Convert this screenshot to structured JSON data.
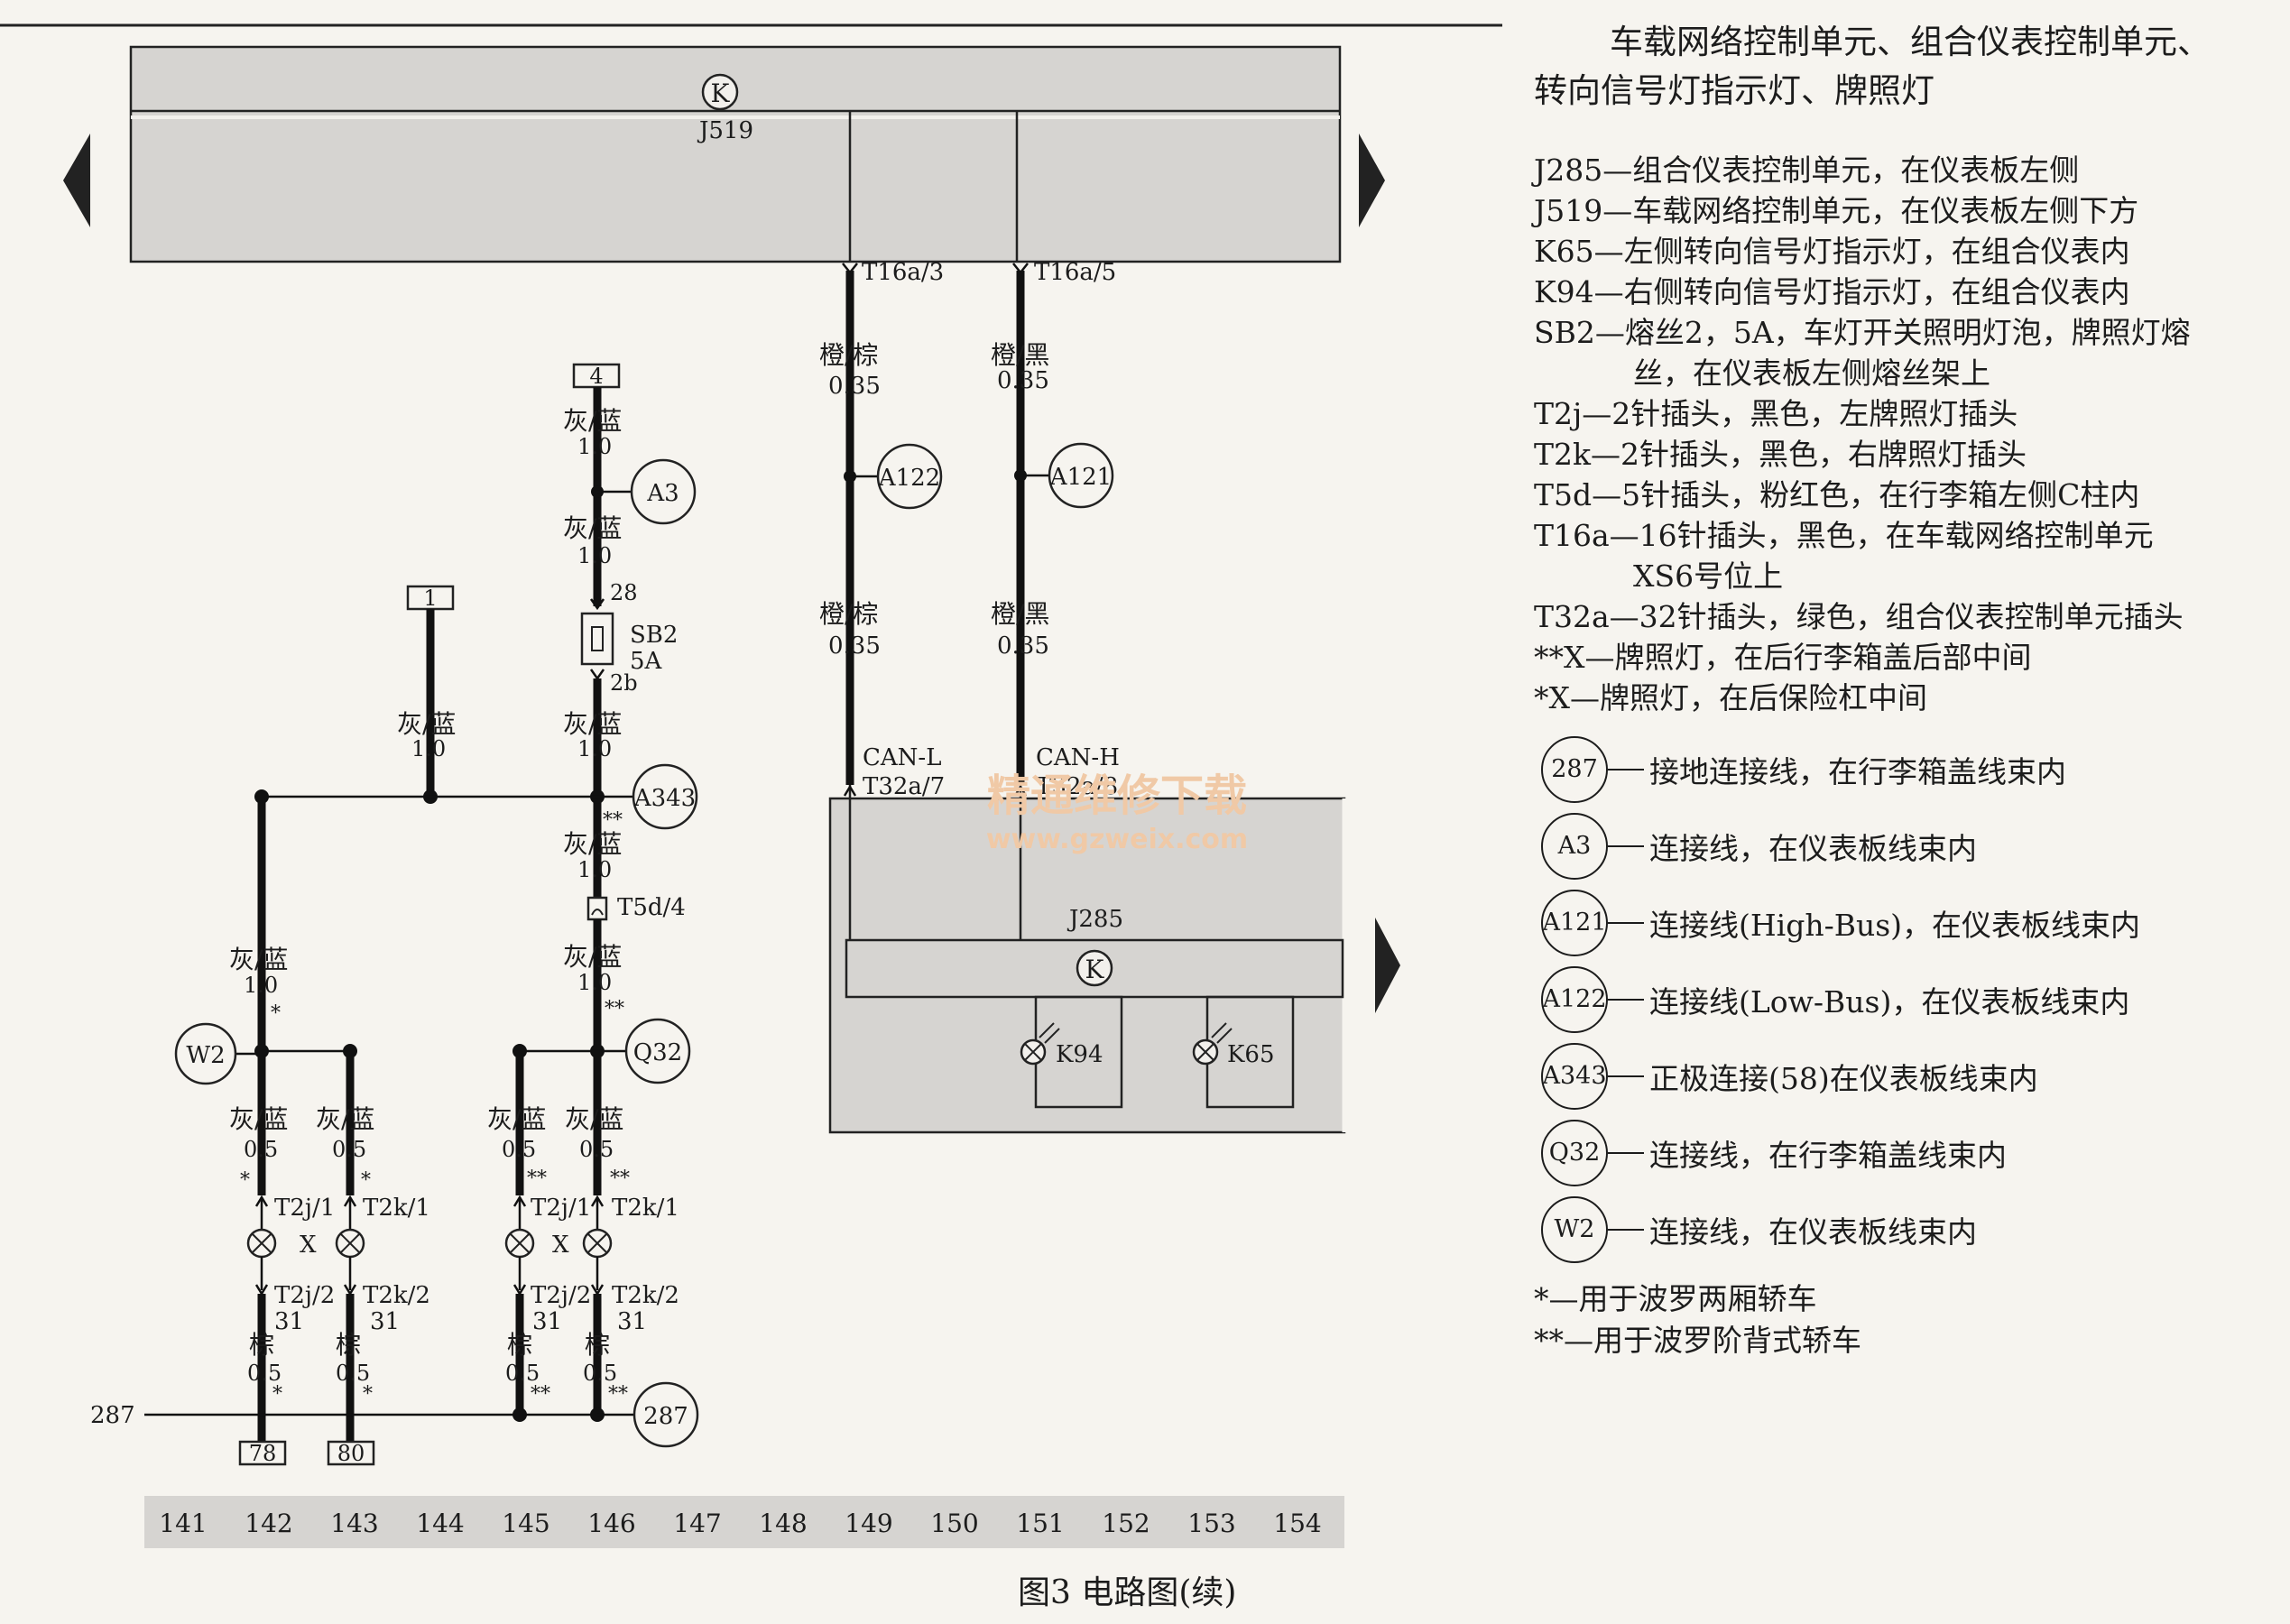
{
  "legend": {
    "title_line1": "车载网络控制单元、组合仪表控制单元、",
    "title_line2": "转向信号灯指示灯、牌照灯",
    "items": [
      {
        "text": "J285—组合仪表控制单元，在仪表板左侧",
        "cont": ""
      },
      {
        "text": "J519—车载网络控制单元，在仪表板左侧下方",
        "cont": ""
      },
      {
        "text": "K65—左侧转向信号灯指示灯，在组合仪表内",
        "cont": ""
      },
      {
        "text": "K94—右侧转向信号灯指示灯，在组合仪表内",
        "cont": ""
      },
      {
        "text": "SB2—熔丝2，5A，车灯开关照明灯泡，牌照灯熔",
        "cont": "丝，在仪表板左侧熔丝架上"
      },
      {
        "text": "T2j—2针插头，黑色，左牌照灯插头",
        "cont": ""
      },
      {
        "text": "T2k—2针插头，黑色，右牌照灯插头",
        "cont": ""
      },
      {
        "text": "T5d—5针插头，粉红色，在行李箱左侧C柱内",
        "cont": ""
      },
      {
        "text": "T16a—16针插头，黑色，在车载网络控制单元",
        "cont": "XS6号位上"
      },
      {
        "text": "T32a—32针插头，绿色，组合仪表控制单元插头",
        "cont": ""
      },
      {
        "text": "**X—牌照灯，在后行李箱盖后部中间",
        "cont": ""
      },
      {
        "text": "*X—牌照灯，在后保险杠中间",
        "cont": ""
      }
    ],
    "circle_items": [
      {
        "code": "287",
        "desc": "接地连接线，在行李箱盖线束内"
      },
      {
        "code": "A3",
        "desc": "连接线，在仪表板线束内"
      },
      {
        "code": "A121",
        "desc": "连接线(High-Bus)，在仪表板线束内"
      },
      {
        "code": "A122",
        "desc": "连接线(Low-Bus)，在仪表板线束内"
      },
      {
        "code": "A343",
        "desc": "正极连接(58)在仪表板线束内"
      },
      {
        "code": "Q32",
        "desc": "连接线，在行李箱盖线束内"
      },
      {
        "code": "W2",
        "desc": "连接线，在仪表板线束内"
      }
    ],
    "notes": [
      "*—用于波罗两厢轿车",
      "**—用于波罗阶背式轿车"
    ]
  },
  "caption": "图3   电路图(续)",
  "watermark": {
    "line1": "精通维修下载",
    "line2": "www.gzweix.com"
  },
  "diagram": {
    "j519_label": "J519",
    "j285_label": "J285",
    "k_symbol": "K",
    "ground_label": "287",
    "fuse_label": "SB2",
    "fuse_rating": "5A",
    "fuse_in_pin": "28",
    "fuse_out_pin": "2b",
    "pin_t16a_3": "T16a/3",
    "pin_t16a_5": "T16a/5",
    "pin_t32a_7": "T32a/7",
    "pin_t32a_8": "T32a/8",
    "can_l": "CAN-L",
    "can_h": "CAN-H",
    "pin_t5d_4": "T5d/4",
    "pin_t2j_1": "T2j/1",
    "pin_t2k_1": "T2k/1",
    "pin_t2j_2": "T2j/2",
    "pin_t2k_2": "T2k/2",
    "pin_31": "31",
    "lamp_label": "X",
    "k94": "K94",
    "k65": "K65",
    "ref_box_4": "4",
    "ref_box_1": "1",
    "ref_box_78": "78",
    "ref_box_80": "80",
    "star": "*",
    "dstar": "**",
    "wire_orange_brown": "橙/棕",
    "wire_orange_black": "橙/黑",
    "wire_gray_blue": "灰/蓝",
    "wire_brown": "棕",
    "size_035": "0.35",
    "size_10": "1.0",
    "size_05": "0.5",
    "conn_a3": "A3",
    "conn_a121": "A121",
    "conn_a122": "A122",
    "conn_a343": "A343",
    "conn_q32": "Q32",
    "conn_w2": "W2",
    "conn_287": "287",
    "ruler": [
      "141",
      "142",
      "143",
      "144",
      "145",
      "146",
      "147",
      "148",
      "149",
      "150",
      "151",
      "152",
      "153",
      "154"
    ]
  }
}
